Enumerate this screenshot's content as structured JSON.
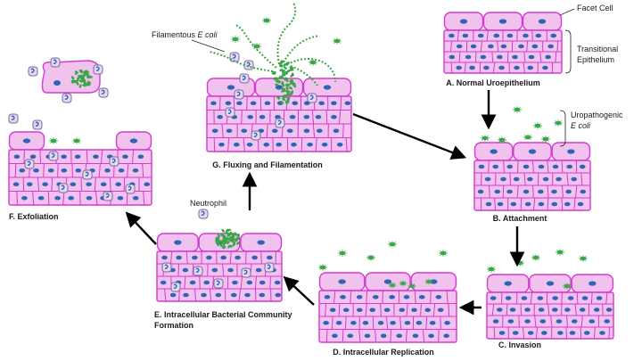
{
  "title": "",
  "stages": {
    "a": "A. Normal Uroepithelium",
    "b": "B. Attachment",
    "c": "C. Invasion",
    "d": "D. Intracellular Replication",
    "e_line1": "E. Intracellular Bacterial Community",
    "e_line2": "Formation",
    "f": "F. Exfoliation",
    "g": "G. Fluxing and Filamentation"
  },
  "annotations": {
    "facet_cell": "Facet Cell",
    "transitional_1": "Transitional",
    "transitional_2": "Epithelium",
    "uropathogenic": "Uropathogenic",
    "e_coli_b": "E coli",
    "filamentous": "Filamentous",
    "e_coli_g": "E coli",
    "neutrophil": "Neutrophil"
  },
  "colors": {
    "cell_fill": "#f2c2ef",
    "cell_stroke": "#d43ad0",
    "nucleus": "#2f63b8",
    "bacteria": "#3aa648",
    "neutrophil_fill": "#e6d8f2",
    "neutrophil_stroke": "#7a6a9a",
    "arrow": "#000000"
  },
  "icons": {
    "bacterium": "bacterium-icon",
    "neutrophil": "neutrophil-icon",
    "nucleus": "nucleus-icon"
  }
}
